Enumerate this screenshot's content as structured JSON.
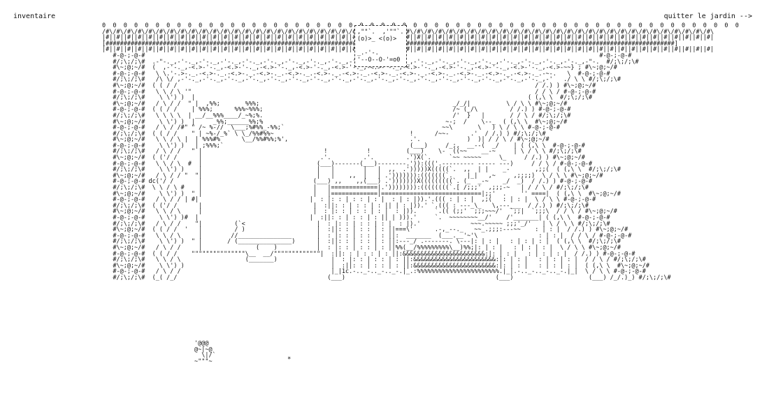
{
  "nav": {
    "inventory_label": "inventaire",
    "quit_label": "quitter le jardin -->"
  },
  "owl": {
    "art": ",\"\"`.  ,'\"\"`.\n(o)>_ <(o)>\n\n_.-'-.\n'--O--O-'=o0"
  },
  "bird": {
    "art": "'@@@\n@~|~@\n  \\|/`\n~\"\"\"~"
  },
  "star": "*",
  "garden": {
    "art": "0  0  0  0  0  0  0  0  0  0  0  0  0  0  0  0  0  0  0  0  0  0  0  0  0  0  0  0  0  0  0  0  0  0  0  0  0  0  0  0  0  0  0  0  0  0  0  0  0  0  0  0  0  0  0  0  0  0  0  0\n/#\\/#\\/#\\/#\\/#\\/#\\/#\\/#\\/#\\/#\\/#\\/#\\/#\\/#\\/#\\/#\\/#\\/#\\/#\\/#\\/#\\/#\\/#\\/#\\/#\\/#\\/#\\/#\\/#\\/#\\/#\\/#\\/#\\/#\\/#\\/#\\/#\\/#\\/#\\/#\\/#\\/#\\/#\\/#\\/#\\/#\\/#\\/#\\/#\\/#\\/#\\/#\\/#\\/#\\/#\\/#\\/#\\\n|#||#||#||#||#||#||#||#||#||#||#||#||#||#||#||#||#||#||#||#||#||#||#||#||#||#||#||#||#||#||#||#||#||#||#||#||#||#||#||#||#||#||#||#||#||#||#||#||#||#||#||#||#||#||#||#||#|\n[###############################################################################################################################################################]\n|#||#||#||#||#||#||#||#||#||#||#||#||#||#||#||#||#||#||#||#||#||#||#||#||#||#||#||#||#||#||#||#||#||#||#||#||#||#||#||#||#||#||#||#||#||#||#||#||#||#||#||#||#||#||#||#||#|\n   #-@-;-@-#                                                                                                                               #-@-;-@-#\n   #/;\\;/;\\#  .-\"-._,-'-._,-'-._,-'-._,-'-._,-'-._,-'-._,-'-._,-'-._,-'-._,-'-._,-'-._,-'-._,-'-._,-'-._,-'-._,-'-._,-'-._,-'-._,-'-._,-\"-.  #/;\\;/;\\#\n   #\\~;@;~/#  (  ,-'-._,-<.>-'-._,-<.>-'-._,-<.>-'-._,-<.>-'-._,-<.>-'-._,-<.>-'-._,-<.>-'-._,-<.>-'-._,-<.>-'-._,-<.>-'-._,-<.>-~~} ; #\\~;@;~/#\n   #-@-;-@-#   \\ \\.'-.>-._.-<.>-._.-<.>-._.-<.>-._.-<.>-._.-<.>-._.-<.>-._.-<.>-._.-<.>-._.-<.>-._.-<.>-._.-<.>-._.-<.>-._.-~-.   \\  #-@-;-@-#\n   #/;\\;/;\\#   /\\ \\/ ,-'-._,-'-._,-'-._,-'-._,-'-._,-'-._,-'-._,-'-._,-'-._,-'-._,-'-._,-'-._,-'-._,-'-._,-'-._,-'-._,-'-._,-'   ./ \\ \\ #/;\\;/;\\#\n   #\\~;@;~/#  ( ( / /                                                                                                    / /.) ) #\\~;@;~/#\n   #-@-;-@-#   \\ \\ / \\ '\"                                                                                                / / \\ / #-@-;-@-#\n   #/;\\;/;\\#    \\ \\') )  |                                                                                             ( (,\\ \\  #/;\\;/;\\#\n   #\\~;@;~/#   / \\ / /  \" |  ,%%;       %%%;                                                      _/_/|          \\ / \\ \\ #\\~;@;~/#\n   #-@-;-@-#  ( ( / /    | %%%;      %%%~%%%;                                                     /~ (_/\\         / /.) ) #-@-;-@-#\n   #/;\\;/;\\#   \\ \\ \\ \\  | __/__%%%____/_~%;%.                                                     /'  }   |       / / \\ / #/;\\;/;\\#\n   #\\~;@;~/#    \\ \\') )  |     _%%;______%%;%                                                   ~-;  /    \\--_  ( (,\\ \\  #\\~;@;~/#\n   #-@-;-@-#   / \\ / /#\" \" /~ %-//  \\___;%#%%_-%%;`                                            ~~\\       \\   ) \\ / \\ \\ #-@-;-@-#\n   #/;\\;/;\\#  ( ( / /    \" | ~%-/_%` \\ \\_/%%#%%~                                      !      /~~-      .'  / /.) ) #/;\\;/;\\#\n   #\\~;@;~/#   \\ \\ / \\ |  | %%%#%      \\__/%%#%%;%',                                  .'.             )  )| / / \\ / #\\~;@;~/#\n   #-@-;-@-#    \\ \\') )   | ;%%%;`                                                    (___)     /_;,  __--(  _/    | ( (,\\ \\  #-@-;-@-#\n   #/;\\;/;\\#   / \\ / /   \" |                                  !           !          (___)    \\-  ((~~    __-~     | \\ / \\ \\ #/;\\;/;\\#\n   #\\~;@;~/#  ( ('/ /      |                                 .'.         .'.         .')X(`.     `~~ ~~~~~     \\_     / /.) ) #\\~;@;~/#\n   #-@-;-@-#   \\ \\ / \\  #  |                                (___)-------(___)--------.')):((('.--------- ----- ---)     / / \\ / #-@-;-@-#\n   #/;\\;/;\\#    \\ \\') )    |                                |   |        |   |  ,,  .')))))X(((((`.  ,,  | |    _-       ,;;(  ( (,\\ \\  #/;\\;/;\\#\n   #\\~;@;~/#   / \\ / / \"  \"|                                |   |    ,,  |   | .'))))))):(((((((`.    |_|   ,~     ,;;;;)  \\ / \\ \\ #\\~;@;~/#\n   #-@-;-@-# dc('/ /       |                               (___) ,,    ,,(___) .')))))))X(((((((((`. (_  _-~    _/  _)  / /.) ) #-@-;-@-#\n   #/;\\;/;\\#  \\ \\ / \\ #    |                               |   |=============|.')))))))):((((((((`.[ /;;;'  ,;;;-~   | / / \\ / #/;\\;/;\\#\n   #\\~;@;~/#    \\ \\') )  \" |                               |   |=============|============================|;;'  .    '' ====|  ( (,\\ \\  #\\~;@;~/#\n   #-@-;-@-#   / \\ / / | #|                               |  : |: : | : : | : |  : | : |)).'.((( : | : |  ,;(   : | : |  \\ / \\ \\ #-@-;-@-#\n   #/;\\;/;\\#  ( ('/ /      |                               |  :||: : | : : | : || | : |)).' `.((( : ---_\\_   \\,---___  / /.) ) #/;\\;/;\\#\n   #\\~;@;~/#   \\ \\ / \\     |                               |  : |: : | : : | : |  : |)).     `.(( (;;'  ;;;~~~/'  `;;|  `;;;\\  / / \\ / #\\~;@;~/#\n   #-@-;-@-#    \\ \\') )#  |                               |  :||: : | : : | : || | ))).'     `.  ~~~~~~~~__/'    /'_______| ( (,\\ \\  #-@-;-@-#\n   #/;\\;/;\\#   / \\ / /    \"|         (`<                    |  : |: : | : : | : |  : |).'              ~~~.~~~~~ ;;;'_/'   | \\ / \\ \\ #/;\\;/;\\#\n   #\\~;@;~/#  ( ( / /  '   |         / )                    |  :||: : | : : | : ||===\\'      .-,_--._   ~~_.;;;:---~~    : | : |  / /.) ) #\\~;@;~/#\n   #-@-;-@-#   \\ \\ / \\     |        //_______________       |  : |: : | : : | : ||:  _______  (___.__'~'\\                 : | : |  / / \\ / #-@-;-@-#\n   #/;\\;/;\\#    \\ \\') )  \" |       / (_______________)      |  :||: : | : : | : ||:---_/ .-------. \\---|: | : |   : | : | : |  ( (,\\ \\  #/;\\;/;\\#\n   #\\~;@;~/#   / \\ / /     |               (    )           |  : |: : | : : | : ||%%(__/%%%%%%%%%\\__)%%;|: | : |   : | : | : |  \\ / \\ \\ #\\~;@;~/#\n   #-@-;-@-#  ( ( / /    \"\"\"\"\"\"\"\"\"\"\"\"\"\"\"\\__  __/\"\"\"\"\"\"\"\"\"\"\"\"\"|  :||: : | : : | : ||:&&&&&&&&&&&&&&&&&&&&&&&:|: | : |   : | : | : |  / /.) ) #-@-;-@-#\n   #/;\\;/;\\#   \\ \\ / \\                  (_______)               |  : |: : | : : | : ||:&&&&&&&&&&&&&&&&&&&&&&&:|: | : |   : | : | : |  / / \\ / #/;\\;/;\\#\n   #\\~;@;~/#    \\ \\') )                                         |  :||: : | : : | : ||:&&&&&&&&&&&&&&&&&&&&&&&:|: | : |   : | : | : |  ( (,\\ \\  #\\~;@;~/#\n   #-@-;-@-#   / \\ / /                                          |_|1c.-.._-.._-.._-.|_.:%%%%%%%%%%%%%%%%%%%%%%%.|_|.-.._-.._-.._-.|_|  \\ / \\ \\ #-@-;-@-#\n   #/;\\;/;\\#  (_( /_/                                          (___)                                          (___)                     (___) /_/.)_) #/;\\;/;\\#"
  }
}
